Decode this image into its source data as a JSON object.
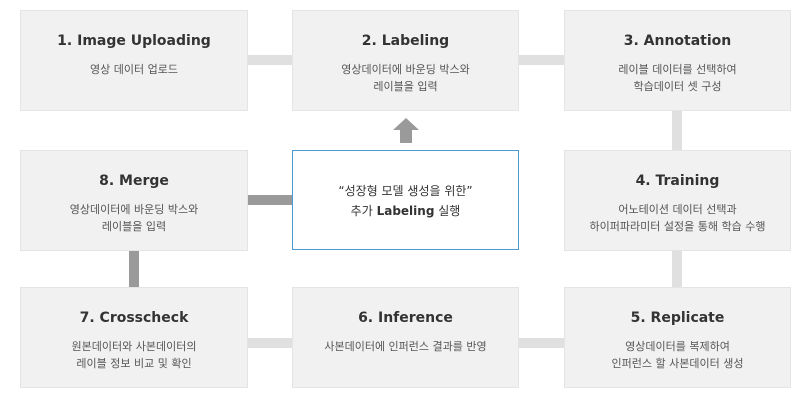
{
  "steps": {
    "s1": {
      "title": "1. Image Uploading",
      "desc": [
        "영상 데이터 업로드"
      ]
    },
    "s2": {
      "title": "2. Labeling",
      "desc": [
        "영상데이터에 바운딩 박스와",
        "레이블을 입력"
      ]
    },
    "s3": {
      "title": "3. Annotation",
      "desc": [
        "레이블 데이터를 선택하여",
        "학습데이터 셋 구성"
      ]
    },
    "s4": {
      "title": "4. Training",
      "desc": [
        "어노테이션 데이터 선택과",
        "하이퍼파라미터 설정을 통해 학습 수행"
      ]
    },
    "s5": {
      "title": "5. Replicate",
      "desc": [
        "영상데이터를 복제하여",
        "인퍼런스 할 사본데이터 생성"
      ]
    },
    "s6": {
      "title": "6. Inference",
      "desc": [
        "사본데이터에 인퍼런스 결과를 반영"
      ]
    },
    "s7": {
      "title": "7. Crosscheck",
      "desc": [
        "원본데이터와 사본데이터의",
        "레이블 정보 비교 및 확인"
      ]
    },
    "s8": {
      "title": "8. Merge",
      "desc": [
        "영상데이터에 바운딩 박스와",
        "레이블을 입력"
      ]
    }
  },
  "center": {
    "line1": "“성장형 모델 생성을 위한”",
    "line2_prefix": "추가 ",
    "line2_bold": "Labeling",
    "line2_suffix": " 실행"
  },
  "colors": {
    "box_fill": "#f1f1f1",
    "light_connector": "#e0e0e0",
    "dark_connector": "#9a9a9a",
    "center_border": "#4a9ad6"
  }
}
